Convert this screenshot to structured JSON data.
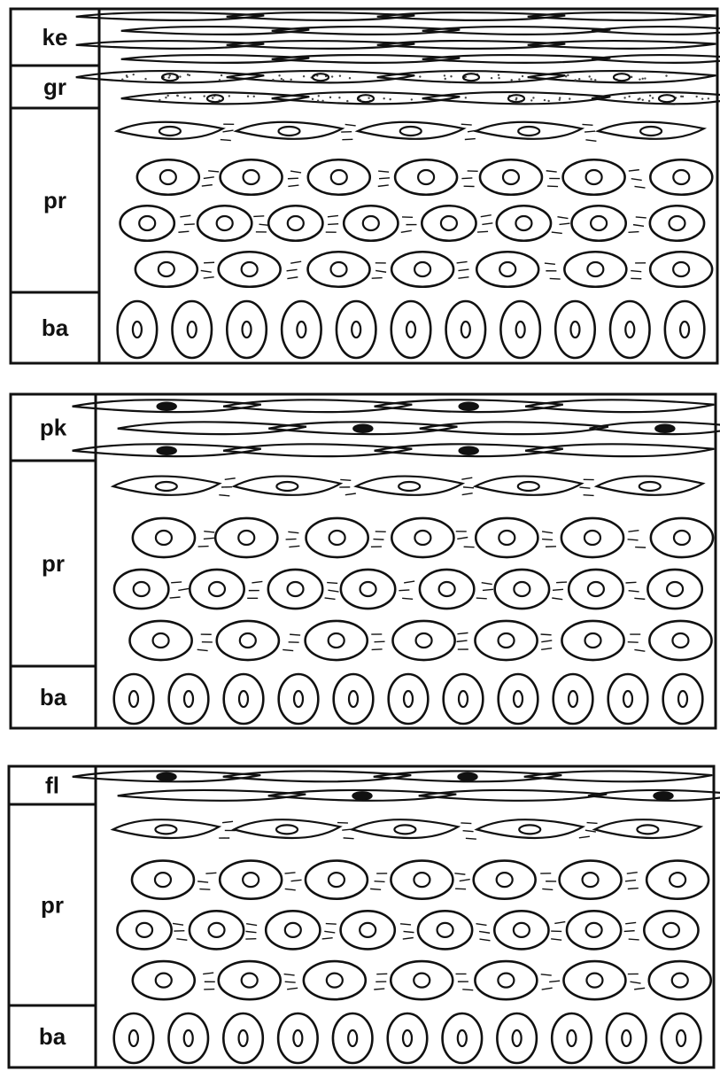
{
  "panels": [
    {
      "id": "panel-1",
      "layers": [
        {
          "label": "ke",
          "kind": "keratin"
        },
        {
          "label": "gr",
          "kind": "granular"
        },
        {
          "label": "pr",
          "kind": "prickle"
        },
        {
          "label": "ba",
          "kind": "basal"
        }
      ]
    },
    {
      "id": "panel-2",
      "layers": [
        {
          "label": "pk",
          "kind": "parakeratin"
        },
        {
          "label": "pr",
          "kind": "prickle"
        },
        {
          "label": "ba",
          "kind": "basal"
        }
      ]
    },
    {
      "id": "panel-3",
      "layers": [
        {
          "label": "fl",
          "kind": "flattened"
        },
        {
          "label": "pr",
          "kind": "prickle"
        },
        {
          "label": "ba",
          "kind": "basal"
        }
      ]
    }
  ]
}
